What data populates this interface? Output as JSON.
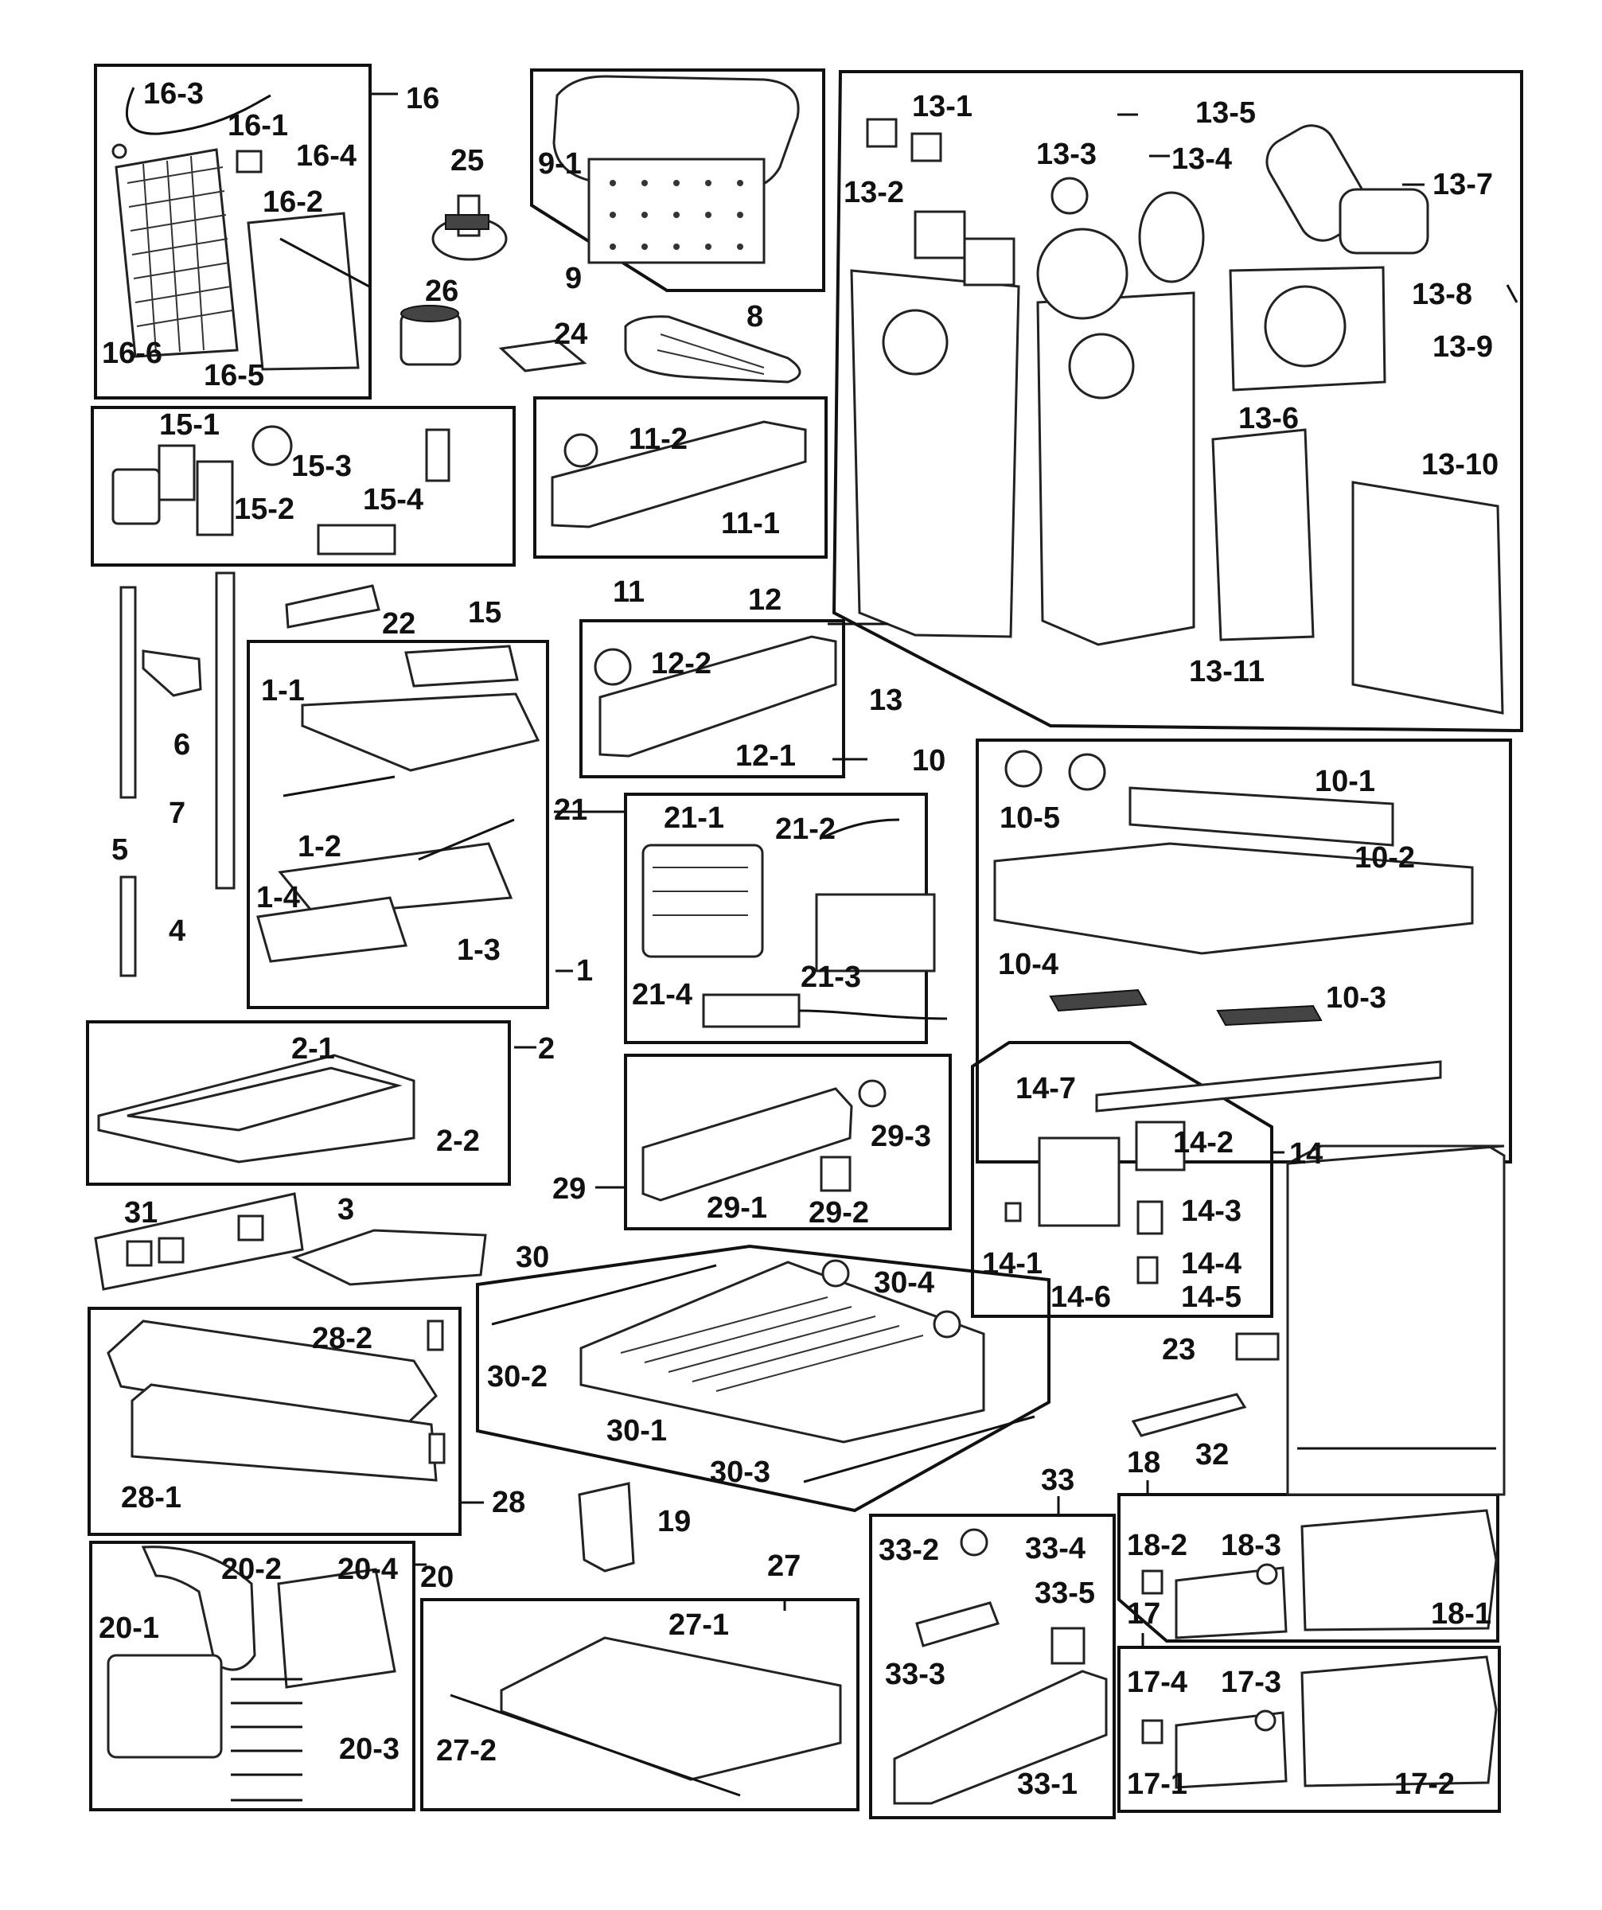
{
  "groups": {
    "g16": {
      "label": "16",
      "subs": [
        "16-3",
        "16-1",
        "16-4",
        "16-2",
        "16-6",
        "16-5"
      ]
    },
    "g25": {
      "label": "25"
    },
    "g26": {
      "label": "26"
    },
    "g9": {
      "label": "9",
      "subs": [
        "9-1"
      ]
    },
    "g24": {
      "label": "24"
    },
    "g8": {
      "label": "8"
    },
    "g13": {
      "label": "13",
      "subs": [
        "13-1",
        "13-5",
        "13-3",
        "13-4",
        "13-2",
        "13-7",
        "13-8",
        "13-9",
        "13-6",
        "13-10",
        "13-11"
      ]
    },
    "g15": {
      "label": "15",
      "subs": [
        "15-1",
        "15-3",
        "15-2",
        "15-4"
      ]
    },
    "g11": {
      "label": "11",
      "subs": [
        "11-2",
        "11-1"
      ]
    },
    "g22": {
      "label": "22"
    },
    "g12": {
      "label": "12",
      "subs": [
        "12-2",
        "12-1"
      ]
    },
    "g6": {
      "label": "6"
    },
    "g7": {
      "label": "7"
    },
    "g5": {
      "label": "5"
    },
    "g4": {
      "label": "4"
    },
    "g1": {
      "label": "1",
      "subs": [
        "1-1",
        "1-2",
        "1-4",
        "1-3"
      ]
    },
    "g21": {
      "label": "21",
      "subs": [
        "21-1",
        "21-2",
        "21-3",
        "21-4"
      ]
    },
    "g10": {
      "label": "10",
      "subs": [
        "10-5",
        "10-1",
        "10-2",
        "10-4",
        "10-3"
      ]
    },
    "g2": {
      "label": "2",
      "subs": [
        "2-1",
        "2-2"
      ]
    },
    "g29": {
      "label": "29",
      "subs": [
        "29-3",
        "29-1",
        "29-2"
      ]
    },
    "g14": {
      "label": "14",
      "subs": [
        "14-7",
        "14-2",
        "14-3",
        "14-1",
        "14-4",
        "14-6",
        "14-5"
      ]
    },
    "g31": {
      "label": "31"
    },
    "g3": {
      "label": "3"
    },
    "g30": {
      "label": "30",
      "subs": [
        "30-4",
        "30-2",
        "30-1",
        "30-3"
      ]
    },
    "g28": {
      "label": "28",
      "subs": [
        "28-2",
        "28-1"
      ]
    },
    "g23": {
      "label": "23"
    },
    "g32": {
      "label": "32"
    },
    "g19": {
      "label": "19"
    },
    "g33": {
      "label": "33",
      "subs": [
        "33-4",
        "33-2",
        "33-5",
        "33-3",
        "33-1"
      ]
    },
    "g18": {
      "label": "18",
      "subs": [
        "18-2",
        "18-3",
        "18-1"
      ]
    },
    "g20": {
      "label": "20",
      "subs": [
        "20-2",
        "20-4",
        "20-1",
        "20-3"
      ]
    },
    "g27": {
      "label": "27",
      "subs": [
        "27-1",
        "27-2"
      ]
    },
    "g17": {
      "label": "17",
      "subs": [
        "17-4",
        "17-3",
        "17-1",
        "17-2"
      ]
    }
  },
  "labels": {
    "l16": "16",
    "l16_3": "16-3",
    "l16_1": "16-1",
    "l16_4": "16-4",
    "l16_2": "16-2",
    "l16_6": "16-6",
    "l16_5": "16-5",
    "l25": "25",
    "l26": "26",
    "l9": "9",
    "l9_1": "9-1",
    "l24": "24",
    "l8": "8",
    "l13": "13",
    "l13_1": "13-1",
    "l13_5": "13-5",
    "l13_3": "13-3",
    "l13_4": "13-4",
    "l13_2": "13-2",
    "l13_7": "13-7",
    "l13_8": "13-8",
    "l13_9": "13-9",
    "l13_6": "13-6",
    "l13_10": "13-10",
    "l13_11": "13-11",
    "l15": "15",
    "l15_1": "15-1",
    "l15_3": "15-3",
    "l15_2": "15-2",
    "l15_4": "15-4",
    "l11": "11",
    "l11_2": "11-2",
    "l11_1": "11-1",
    "l22": "22",
    "l12": "12",
    "l12_2": "12-2",
    "l12_1": "12-1",
    "l6": "6",
    "l7": "7",
    "l5": "5",
    "l4": "4",
    "l1": "1",
    "l1_1": "1-1",
    "l1_2": "1-2",
    "l1_4": "1-4",
    "l1_3": "1-3",
    "l21": "21",
    "l21_1": "21-1",
    "l21_2": "21-2",
    "l21_3": "21-3",
    "l21_4": "21-4",
    "l10": "10",
    "l10_5": "10-5",
    "l10_1": "10-1",
    "l10_2": "10-2",
    "l10_4": "10-4",
    "l10_3": "10-3",
    "l2": "2",
    "l2_1": "2-1",
    "l2_2": "2-2",
    "l29": "29",
    "l29_3": "29-3",
    "l29_1": "29-1",
    "l29_2": "29-2",
    "l14": "14",
    "l14_7": "14-7",
    "l14_2": "14-2",
    "l14_3": "14-3",
    "l14_1": "14-1",
    "l14_4": "14-4",
    "l14_6": "14-6",
    "l14_5": "14-5",
    "l31": "31",
    "l3": "3",
    "l30": "30",
    "l30_4": "30-4",
    "l30_2": "30-2",
    "l30_1": "30-1",
    "l30_3": "30-3",
    "l28": "28",
    "l28_2": "28-2",
    "l28_1": "28-1",
    "l23": "23",
    "l32": "32",
    "l19": "19",
    "l33": "33",
    "l33_4": "33-4",
    "l33_2": "33-2",
    "l33_5": "33-5",
    "l33_3": "33-3",
    "l33_1": "33-1",
    "l18": "18",
    "l18_2": "18-2",
    "l18_3": "18-3",
    "l18_1": "18-1",
    "l20": "20",
    "l20_2": "20-2",
    "l20_4": "20-4",
    "l20_1": "20-1",
    "l20_3": "20-3",
    "l27": "27",
    "l27_1": "27-1",
    "l27_2": "27-2",
    "l17": "17",
    "l17_4": "17-4",
    "l17_3": "17-3",
    "l17_1": "17-1",
    "l17_2": "17-2"
  }
}
